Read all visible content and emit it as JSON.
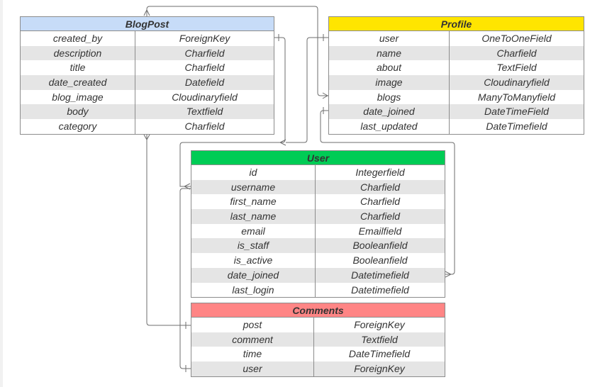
{
  "entities": {
    "blogpost": {
      "title": "BlogPost",
      "color": "#c7dcf8",
      "fields": [
        {
          "name": "created_by",
          "type": "ForeignKey"
        },
        {
          "name": "description",
          "type": "Charfield"
        },
        {
          "name": "title",
          "type": "Charfield"
        },
        {
          "name": "date_created",
          "type": "Datefield"
        },
        {
          "name": "blog_image",
          "type": "Cloudinaryfield"
        },
        {
          "name": "body",
          "type": "Textfield"
        },
        {
          "name": "category",
          "type": "Charfield"
        }
      ]
    },
    "profile": {
      "title": "Profile",
      "color": "#ffe500",
      "fields": [
        {
          "name": "user",
          "type": "OneToOneField"
        },
        {
          "name": "name",
          "type": "Charfield"
        },
        {
          "name": "about",
          "type": "TextField"
        },
        {
          "name": "image",
          "type": "Cloudinaryfield"
        },
        {
          "name": "blogs",
          "type": "ManyToManyfield"
        },
        {
          "name": "date_joined",
          "type": "DateTimeField"
        },
        {
          "name": "last_updated",
          "type": "DateTimefield"
        }
      ]
    },
    "user": {
      "title": "User",
      "color": "#00cc55",
      "fields": [
        {
          "name": "id",
          "type": "Integerfield"
        },
        {
          "name": "username",
          "type": "Charfield"
        },
        {
          "name": "first_name",
          "type": "Charfield"
        },
        {
          "name": "last_name",
          "type": "Charfield"
        },
        {
          "name": "email",
          "type": "Emailfield"
        },
        {
          "name": "is_staff",
          "type": "Booleanfield"
        },
        {
          "name": "is_active",
          "type": "Booleanfield"
        },
        {
          "name": "date_joined",
          "type": "Datetimefield"
        },
        {
          "name": "last_login",
          "type": "Datetimefield"
        }
      ]
    },
    "comments": {
      "title": "Comments",
      "color": "#ff8585",
      "fields": [
        {
          "name": "post",
          "type": "ForeignKey"
        },
        {
          "name": "comment",
          "type": "Textfield"
        },
        {
          "name": "time",
          "type": "DateTimefield"
        },
        {
          "name": "user",
          "type": "ForeignKey"
        }
      ]
    }
  }
}
